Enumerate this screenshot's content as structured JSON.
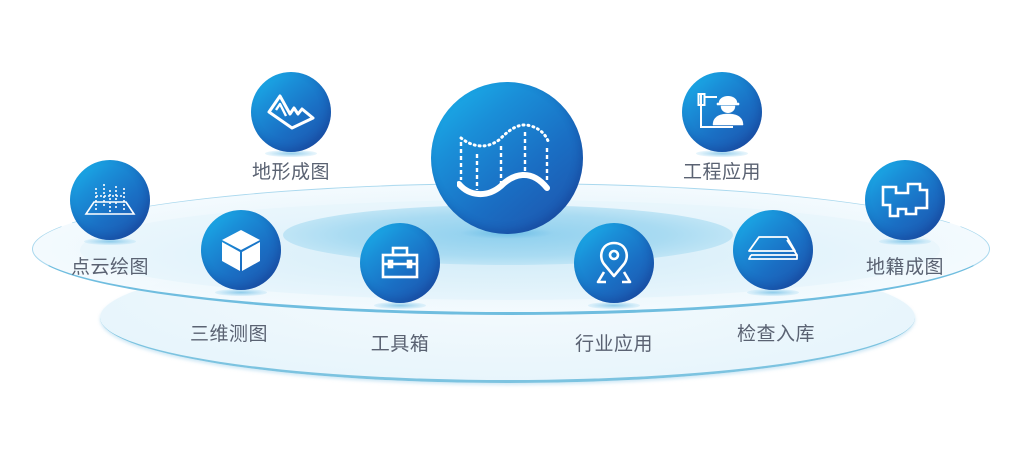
{
  "diagram": {
    "center": {
      "icon": "survey-terrain-curve-icon"
    },
    "modules": [
      {
        "id": "terrain",
        "label": "地形成图",
        "icon": "mountain-icon"
      },
      {
        "id": "engineering",
        "label": "工程应用",
        "icon": "engineer-worker-icon"
      },
      {
        "id": "pointcloud",
        "label": "点云绘图",
        "icon": "point-cloud-icon"
      },
      {
        "id": "cadastral",
        "label": "地籍成图",
        "icon": "parcel-outline-icon"
      },
      {
        "id": "3d",
        "label": "三维测图",
        "icon": "cube-icon"
      },
      {
        "id": "toolbox",
        "label": "工具箱",
        "icon": "toolbox-icon"
      },
      {
        "id": "industry",
        "label": "行业应用",
        "icon": "location-pin-icon"
      },
      {
        "id": "inspection",
        "label": "检查入库",
        "icon": "layers-icon"
      }
    ],
    "colors": {
      "bubble_light": "#1ab8ee",
      "bubble_dark": "#1e4fa8",
      "label_text": "#5a6272",
      "ring_edge": "#6fbddf",
      "ring_fill": "#e3f3fb"
    }
  }
}
